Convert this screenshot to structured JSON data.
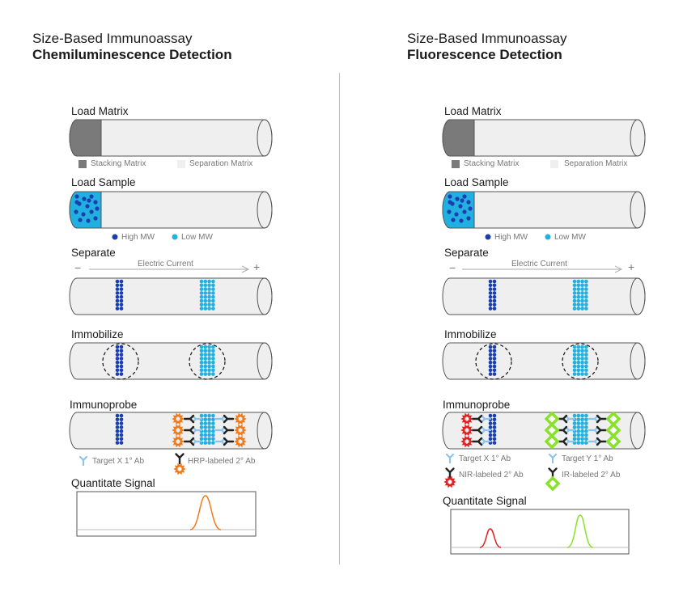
{
  "left": {
    "title": "Size-Based Immunoassay",
    "subtitle": "Chemiluminescence Detection",
    "steps": {
      "load_matrix": "Load Matrix",
      "load_sample": "Load Sample",
      "separate": "Separate",
      "immobilize": "Immobilize",
      "immunoprobe": "Immunoprobe",
      "quantitate": "Quantitate Signal"
    },
    "legend": {
      "stacking": "Stacking Matrix",
      "separation": "Separation Matrix",
      "high_mw": "High MW",
      "low_mw": "Low MW",
      "electric_current": "Electric Current",
      "minus": "−",
      "plus": "+",
      "ab1": "Target X 1° Ab",
      "ab2": "HRP-labeled 2° Ab"
    }
  },
  "right": {
    "title": "Size-Based Immunoassay",
    "subtitle": "Fluorescence Detection",
    "steps": {
      "load_matrix": "Load Matrix",
      "load_sample": "Load Sample",
      "separate": "Separate",
      "immobilize": "Immobilize",
      "immunoprobe": "Immunoprobe",
      "quantitate": "Quantitate Signal"
    },
    "legend": {
      "stacking": "Stacking Matrix",
      "separation": "Separation Matrix",
      "high_mw": "High MW",
      "low_mw": "Low MW",
      "electric_current": "Electric Current",
      "minus": "−",
      "plus": "+",
      "ab1x": "Target X 1° Ab",
      "ab1y": "Target Y 1° Ab",
      "nir": "NIR-labeled 2° Ab",
      "ir": "IR-labeled 2° Ab"
    }
  },
  "colors": {
    "high_mw": "#1a3fb0",
    "low_mw": "#22b0e0",
    "stacking": "#7a7a7a",
    "separation": "#efefef",
    "hrp": "#f07a1a",
    "nir": "#e02020",
    "ir": "#88e22a",
    "ab1": "#8ec3ec",
    "ab2": "#222222"
  }
}
